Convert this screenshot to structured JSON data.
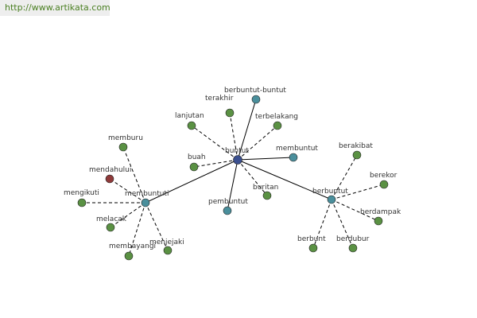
{
  "banner": {
    "url_text": "http://www.artikata.com"
  },
  "colors": {
    "synonym_node": "#5a9143",
    "hub_node": "#4a8f9c",
    "root_node": "#3a4f8f",
    "highlight_node": "#8f3a3a",
    "edge": "#000000",
    "label": "#333333"
  },
  "graph": {
    "nodes": [
      {
        "id": "buntut",
        "label": "buntut",
        "kind": "root"
      },
      {
        "id": "membuntuti",
        "label": "membuntuti",
        "kind": "hub"
      },
      {
        "id": "berbuntut",
        "label": "berbuntut",
        "kind": "hub"
      },
      {
        "id": "berbuntut-buntut",
        "label": "berbuntut-buntut",
        "kind": "hub"
      },
      {
        "id": "membuntut",
        "label": "membuntut",
        "kind": "hub"
      },
      {
        "id": "pembuntut",
        "label": "pembuntut",
        "kind": "hub"
      },
      {
        "id": "terakhir",
        "label": "terakhir",
        "kind": "synonym"
      },
      {
        "id": "lanjutan",
        "label": "lanjutan",
        "kind": "synonym"
      },
      {
        "id": "terbelakang",
        "label": "terbelakang",
        "kind": "synonym"
      },
      {
        "id": "buah",
        "label": "buah",
        "kind": "synonym"
      },
      {
        "id": "buritan",
        "label": "buritan",
        "kind": "synonym"
      },
      {
        "id": "memburu",
        "label": "memburu",
        "kind": "synonym"
      },
      {
        "id": "mendahului",
        "label": "mendahului",
        "kind": "highlight"
      },
      {
        "id": "mengikuti",
        "label": "mengikuti",
        "kind": "synonym"
      },
      {
        "id": "melacak",
        "label": "melacak",
        "kind": "synonym"
      },
      {
        "id": "membayangi",
        "label": "membayangi",
        "kind": "synonym"
      },
      {
        "id": "menjejaki",
        "label": "menjejaki",
        "kind": "synonym"
      },
      {
        "id": "berakibat",
        "label": "berakibat",
        "kind": "synonym"
      },
      {
        "id": "berekor",
        "label": "berekor",
        "kind": "synonym"
      },
      {
        "id": "berdampak",
        "label": "berdampak",
        "kind": "synonym"
      },
      {
        "id": "berbunt",
        "label": "berbunt",
        "kind": "synonym"
      },
      {
        "id": "berdubur",
        "label": "berdubur",
        "kind": "synonym"
      }
    ],
    "edges": [
      {
        "from": "buntut",
        "to": "membuntuti",
        "style": "solid"
      },
      {
        "from": "buntut",
        "to": "berbuntut",
        "style": "solid"
      },
      {
        "from": "buntut",
        "to": "berbuntut-buntut",
        "style": "solid"
      },
      {
        "from": "buntut",
        "to": "membuntut",
        "style": "solid"
      },
      {
        "from": "buntut",
        "to": "pembuntut",
        "style": "solid"
      },
      {
        "from": "buntut",
        "to": "terakhir",
        "style": "dashed"
      },
      {
        "from": "buntut",
        "to": "lanjutan",
        "style": "dashed"
      },
      {
        "from": "buntut",
        "to": "terbelakang",
        "style": "dashed"
      },
      {
        "from": "buntut",
        "to": "buah",
        "style": "dashed"
      },
      {
        "from": "buntut",
        "to": "buritan",
        "style": "dashed"
      },
      {
        "from": "membuntuti",
        "to": "memburu",
        "style": "dashed"
      },
      {
        "from": "membuntuti",
        "to": "mendahului",
        "style": "dashed"
      },
      {
        "from": "membuntuti",
        "to": "mengikuti",
        "style": "dashed"
      },
      {
        "from": "membuntuti",
        "to": "melacak",
        "style": "dashed"
      },
      {
        "from": "membuntuti",
        "to": "membayangi",
        "style": "dashed"
      },
      {
        "from": "membuntuti",
        "to": "menjejaki",
        "style": "dashed"
      },
      {
        "from": "berbuntut",
        "to": "berakibat",
        "style": "dashed"
      },
      {
        "from": "berbuntut",
        "to": "berekor",
        "style": "dashed"
      },
      {
        "from": "berbuntut",
        "to": "berdampak",
        "style": "dashed"
      },
      {
        "from": "berbuntut",
        "to": "berbunt",
        "style": "dashed"
      },
      {
        "from": "berbuntut",
        "to": "berdubur",
        "style": "dashed"
      }
    ]
  }
}
